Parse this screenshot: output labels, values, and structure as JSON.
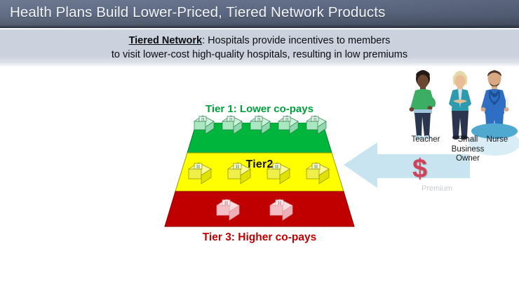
{
  "slide": {
    "title": "Health Plans Build Lower-Priced, Tiered Network Products",
    "subtitle": {
      "lead": "Tiered Network",
      "line1_rest": ": Hospitals provide incentives to members",
      "line2": "to visit lower-cost high-quality hospitals, resulting in low premiums"
    }
  },
  "pyramid": {
    "tier1": {
      "label": "Tier 1: Lower co-pays",
      "color": "#00b53c",
      "label_color": "#00a03c",
      "hospital_count": 5,
      "hospital_color": "#a9e8c0"
    },
    "tier2": {
      "label": "Tier2",
      "color": "#ffff00",
      "label_color": "#111111",
      "hospital_count": 4,
      "hospital_color": "#efef4a"
    },
    "tier3": {
      "label": "Tier 3: Higher co-pays",
      "color": "#c00000",
      "label_color": "#c00000",
      "hospital_count": 2,
      "hospital_color": "#f4bfc4"
    },
    "hospital_marker": "H"
  },
  "premium": {
    "arrow_color": "#c7e4f0",
    "dollar_symbol": "$",
    "dollar_color": "#cf4257",
    "label": "Premium",
    "label_color": "#c9cdd2"
  },
  "people": [
    {
      "name": "teacher",
      "label": "Teacher",
      "top_color": "#3cae63",
      "bottom_color": "#2a3550",
      "skin": "#6b4630",
      "hair": "#231a16"
    },
    {
      "name": "small-business-owner",
      "label": "Small Business Owner",
      "top_color": "#2e9aad",
      "bottom_color": "#2a3550",
      "skin": "#e8bc94",
      "hair": "#e4d9a8"
    },
    {
      "name": "nurse",
      "label": "Nurse",
      "top_color": "#2e6fc4",
      "bottom_color": "#2e6fc4",
      "skin": "#d8a882",
      "hair": "#4a3528",
      "disc_color": "#4fa8cf"
    }
  ],
  "colors": {
    "header_gradient_start": "#64708a",
    "header_gradient_end": "#353d4e",
    "header_text": "#f2f4f8",
    "subtitle_band": "#ccd2dd",
    "background": "#ffffff"
  }
}
